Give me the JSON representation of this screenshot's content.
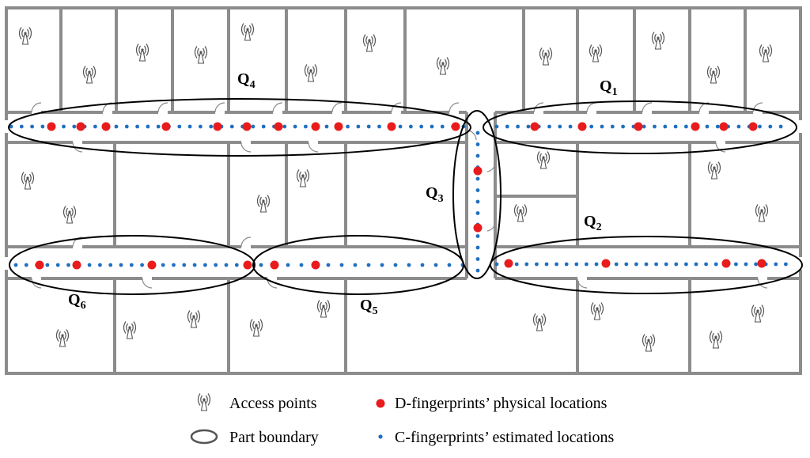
{
  "regions": [
    {
      "id": "Q1",
      "letter": "Q",
      "sub": "1"
    },
    {
      "id": "Q2",
      "letter": "Q",
      "sub": "2"
    },
    {
      "id": "Q3",
      "letter": "Q",
      "sub": "3"
    },
    {
      "id": "Q4",
      "letter": "Q",
      "sub": "4"
    },
    {
      "id": "Q5",
      "letter": "Q",
      "sub": "5"
    },
    {
      "id": "Q6",
      "letter": "Q",
      "sub": "6"
    }
  ],
  "legend": {
    "access_points": "Access points",
    "part_boundary": "Part boundary",
    "d_fingerprints": "D-fingerprints’ physical locations",
    "c_fingerprints": "C-fingerprints’ estimated locations"
  },
  "colors": {
    "wall": "#8c8c8c",
    "d_fingerprint": "#e81c1c",
    "c_fingerprint": "#1f6fc1",
    "boundary": "#000000"
  },
  "icons": {
    "access_point": "access-point-icon",
    "part_boundary": "ellipse-outline-icon"
  }
}
